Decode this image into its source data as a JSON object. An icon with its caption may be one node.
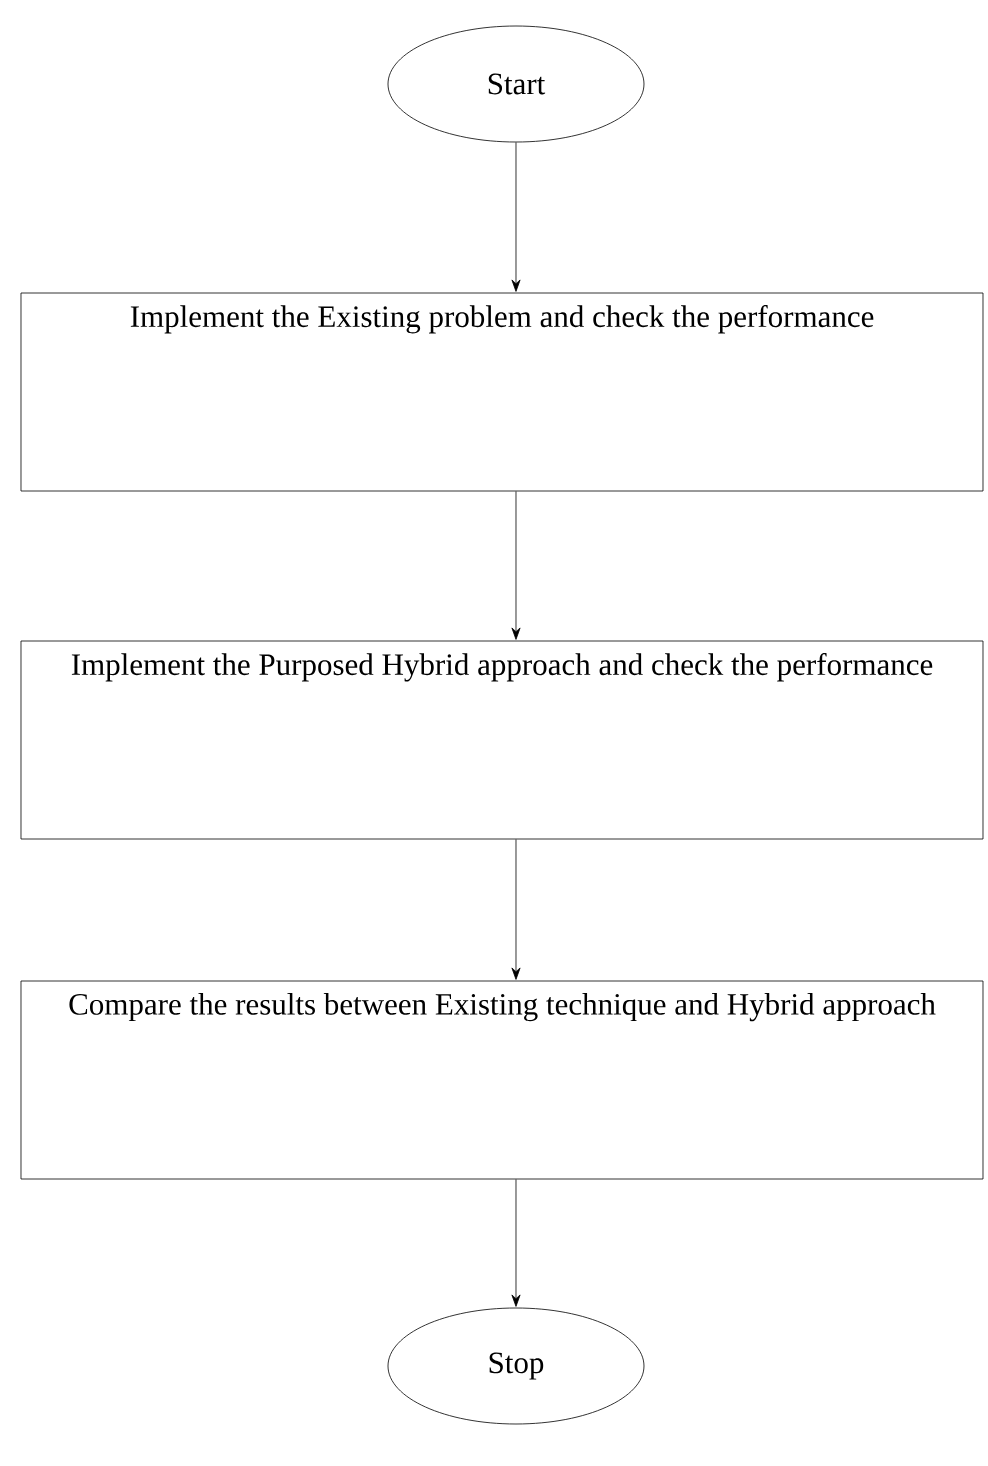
{
  "diagram": {
    "nodes": [
      {
        "text": [
          "Start"
        ]
      },
      {
        "text": [
          "Implement the Existing problem and check the performance"
        ]
      },
      {
        "text": [
          "Implement the Purposed Hybrid approach and check the performance"
        ]
      },
      {
        "text": [
          "Compare the results between Existing technique and Hybrid approach"
        ]
      },
      {
        "text": [
          "Stop"
        ]
      }
    ],
    "edges": [
      {
        "from": 0,
        "to": 1,
        "arrow": "to"
      },
      {
        "from": 1,
        "to": 2,
        "arrow": "to"
      },
      {
        "from": 2,
        "to": 3,
        "arrow": "to"
      },
      {
        "from": 3,
        "to": 4,
        "arrow": "to"
      }
    ]
  }
}
